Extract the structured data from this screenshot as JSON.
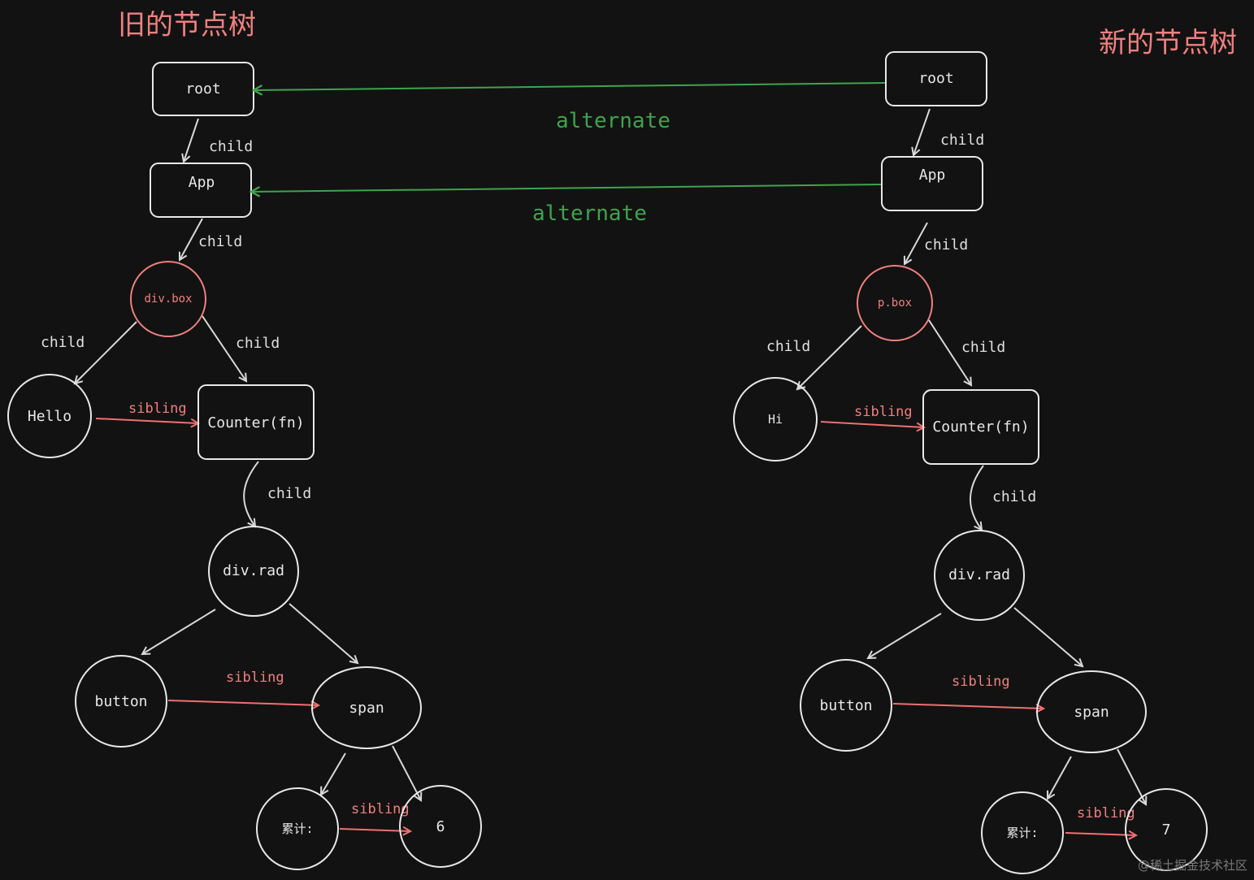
{
  "titles": {
    "old_tree": "旧的节点树",
    "new_tree": "新的节点树"
  },
  "old_tree": {
    "root": "root",
    "app": "App",
    "div_box": "div.box",
    "hello": "Hello",
    "counter": "Counter(fn)",
    "div_rad": "div.rad",
    "button": "button",
    "span": "span",
    "accum": "累计:",
    "count": "6"
  },
  "new_tree": {
    "root": "root",
    "app": "App",
    "p_box": "p.box",
    "hi": "Hi",
    "counter": "Counter(fn)",
    "div_rad": "div.rad",
    "button": "button",
    "span": "span",
    "accum": "累计:",
    "count": "7"
  },
  "edge_labels": {
    "child": "child",
    "sibling": "sibling",
    "alternate": "alternate"
  },
  "colors": {
    "background": "#121212",
    "stroke": "#e8e8e8",
    "highlight": "#f08080",
    "alternate": "#3fa34d"
  },
  "watermark": "@稀土掘金技术社区"
}
